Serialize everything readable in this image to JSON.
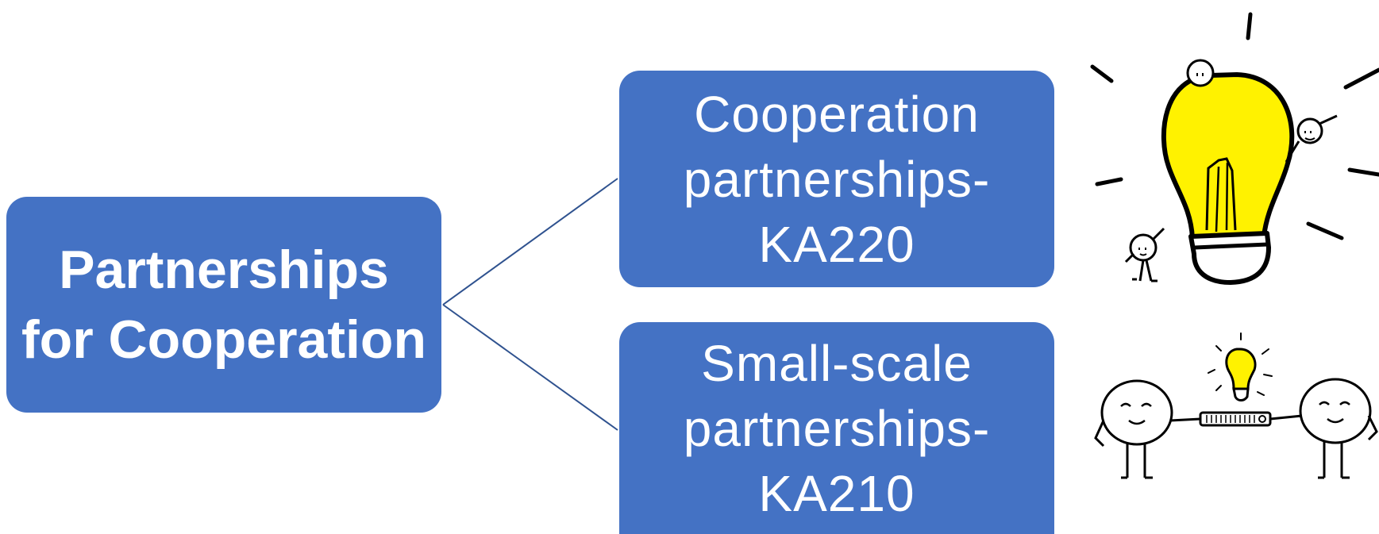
{
  "diagram": {
    "root": {
      "label": "Partnerships\nfor Cooperation"
    },
    "children": [
      {
        "label": "Cooperation\npartnerships-\nKA220"
      },
      {
        "label": "Small-scale\npartnerships-\nKA210"
      }
    ]
  },
  "colors": {
    "box_fill": "#4472C4",
    "box_text": "#ffffff",
    "connector": "#2F528F",
    "bulb_yellow": "#FFF200",
    "ink": "#000000"
  },
  "icons": {
    "top": "lightbulb-with-stick-figures-icon",
    "bottom": "two-people-sharing-idea-icon"
  }
}
